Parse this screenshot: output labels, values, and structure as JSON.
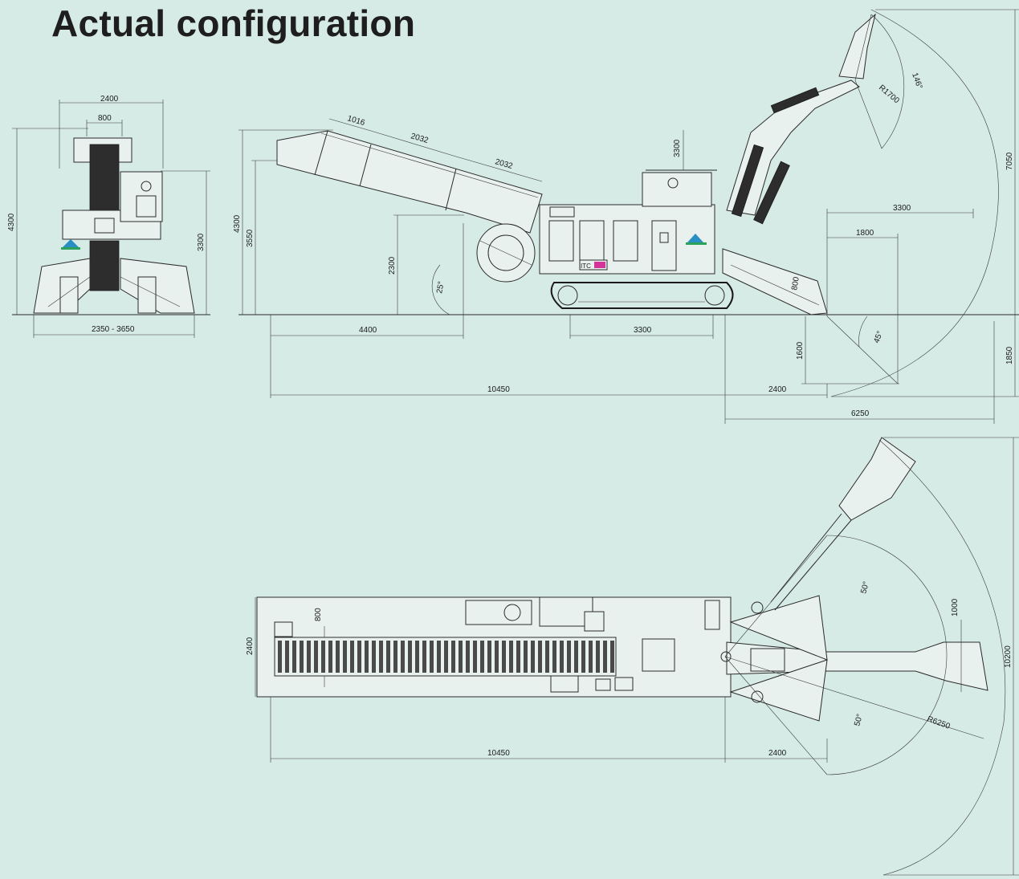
{
  "title": "Actual configuration",
  "front_view": {
    "width_top": "2400",
    "belt_width": "800",
    "height_total": "4300",
    "height_cab": "3300",
    "track_gauge": "2350 - 3650"
  },
  "side_view": {
    "height_total": "4300",
    "height_conveyor_end": "3550",
    "conveyor_seg_1": "1016",
    "conveyor_seg_2": "2032",
    "conveyor_seg_3": "2032",
    "cab_height": "3300",
    "conveyor_clearance": "2300",
    "conveyor_angle": "25°",
    "conveyor_overhang": "4400",
    "track_length": "3300",
    "length_total": "10450",
    "ramp_height": "800",
    "reach_horizontal": "3300",
    "reach_inner": "1800",
    "depth_below": "1600",
    "ramp_angle": "45°",
    "front_reach": "2400",
    "total_reach": "6250",
    "max_height": "7050",
    "max_depth": "1850",
    "bucket_radius": "R1700",
    "bucket_angle": "146°"
  },
  "top_view": {
    "width": "2400",
    "belt_width": "800",
    "length_total": "10450",
    "front_reach": "2400",
    "swing_angle_upper": "50°",
    "swing_angle_lower": "50°",
    "bucket_width": "1000",
    "swing_radius": "R6250",
    "swing_span": "10200"
  },
  "machine_badge": "ITC"
}
